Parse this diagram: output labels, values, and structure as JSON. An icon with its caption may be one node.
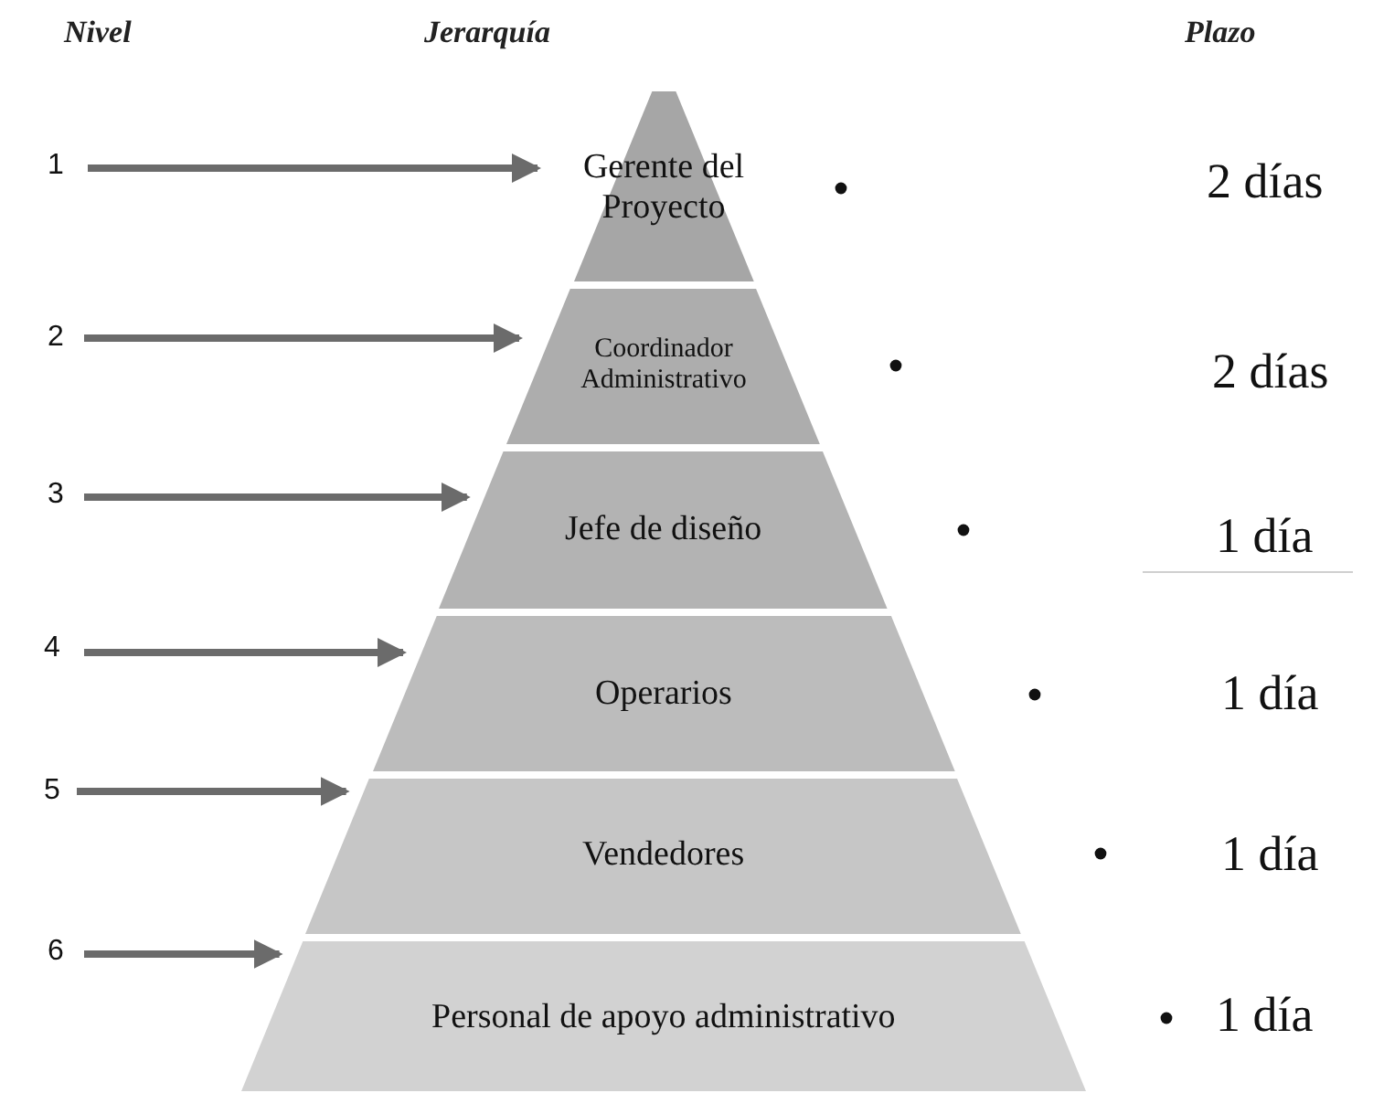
{
  "diagram": {
    "nodes": [
      {
        "text": [
          "Gerente del Proyecto"
        ]
      },
      {
        "text": [
          "Coordinador Administrativo"
        ]
      },
      {
        "text": [
          "Jefe de diseño"
        ]
      },
      {
        "text": [
          "Operarios"
        ]
      },
      {
        "text": [
          "Vendedores"
        ]
      },
      {
        "text": [
          "Personal de apoyo administrativo"
        ]
      },
      {
        "text": [
          "1"
        ]
      },
      {
        "text": [
          "2"
        ]
      },
      {
        "text": [
          "3"
        ]
      },
      {
        "text": [
          "4"
        ]
      },
      {
        "text": [
          "5"
        ]
      },
      {
        "text": [
          "6"
        ]
      }
    ],
    "edges": [
      {
        "from": 6,
        "to": 0,
        "arrow": "to"
      },
      {
        "from": 7,
        "to": 1,
        "arrow": "to"
      },
      {
        "from": 8,
        "to": 2,
        "arrow": "to"
      },
      {
        "from": 9,
        "to": 3,
        "arrow": "to"
      },
      {
        "from": 10,
        "to": 4,
        "arrow": "to"
      },
      {
        "from": 11,
        "to": 5,
        "arrow": "to"
      }
    ],
    "labels": [
      "Nivel",
      "Jerarquía",
      "Plazo",
      "2 días",
      "2 días",
      "1 día",
      "1 día",
      "1 día",
      "1 día"
    ]
  }
}
